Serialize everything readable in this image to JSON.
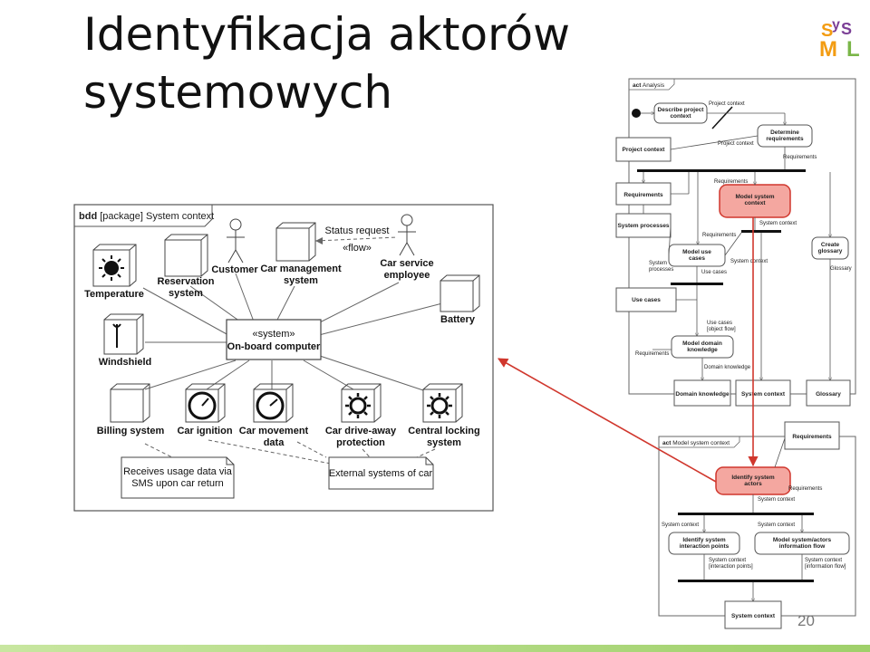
{
  "slide": {
    "title": "Identyfikacja aktorów systemowych",
    "page_number": "20",
    "logo_text": "SysML"
  },
  "bdd": {
    "frame_kind": "bdd",
    "frame_label": "[package] System context",
    "center": {
      "stereotype": "«system»",
      "name": "On-board computer"
    },
    "blocks": [
      {
        "id": "temperature",
        "label": "Temperature"
      },
      {
        "id": "reservation",
        "label": "Reservation\nsystem"
      },
      {
        "id": "customer",
        "label": "Customer"
      },
      {
        "id": "carmgmt",
        "label": "Car management\nsystem"
      },
      {
        "id": "carservice",
        "label": "Car service\nemployee"
      },
      {
        "id": "battery",
        "label": "Battery"
      },
      {
        "id": "windshield",
        "label": "Windshield"
      },
      {
        "id": "billing",
        "label": "Billing system"
      },
      {
        "id": "ignition",
        "label": "Car ignition"
      },
      {
        "id": "movement",
        "label": "Car movement\ndata"
      },
      {
        "id": "driveaway",
        "label": "Car drive-away\nprotection"
      },
      {
        "id": "locking",
        "label": "Central locking\nsystem"
      }
    ],
    "flow_labels": {
      "request": "Status request",
      "flow": "«flow»"
    },
    "notes": [
      "Receives usage data via\nSMS upon car return",
      "External systems of car"
    ]
  },
  "act_analysis": {
    "frame_kind": "act",
    "frame_label": "Analysis",
    "actions": {
      "describe": "Describe project\ncontext",
      "determine": "Determine\nrequirements",
      "model_sc": "Model system\ncontext",
      "model_uc": "Model use\ncases",
      "create_gl": "Create\nglossary",
      "model_dk": "Model domain\nknowledge"
    },
    "objects": {
      "project_context": "Project context",
      "requirements": "Requirements",
      "system_processes": "System processes",
      "use_cases": "Use cases",
      "domain_knowledge": "Domain knowledge",
      "system_context": "System context",
      "glossary": "Glossary"
    },
    "pins": {
      "project_context": "Project context",
      "requirements": "Requirements",
      "system_context": "System context",
      "system_processes": "System\nprocesses",
      "use_cases": "Use cases",
      "use_cases_flow": "Use cases\n[object flow]",
      "domain_knowledge": "Domain knowledge",
      "glossary": "Glossary"
    }
  },
  "act_msc": {
    "frame_kind": "act",
    "frame_label": "Model system context",
    "actions": {
      "identify_actors": "Identify system\nactors",
      "interaction_points": "Identify system\ninteraction points",
      "info_flow": "Model system/actors\ninformation flow"
    },
    "objects": {
      "requirements": "Requirements",
      "system_context": "System context"
    },
    "pins": {
      "requirements": "Requirements",
      "system_context": "System context",
      "sc_interaction": "System context\n[interaction points]",
      "sc_info": "System context\n[information flow]"
    }
  },
  "colors": {
    "highlight_fill": "#f4a7a0",
    "highlight_stroke": "#d0372d",
    "arrow": "#d0372d",
    "diagram_line": "#555555",
    "logo_green": "#7ab648",
    "logo_orange": "#f39c12",
    "logo_purple": "#7b3f96"
  }
}
